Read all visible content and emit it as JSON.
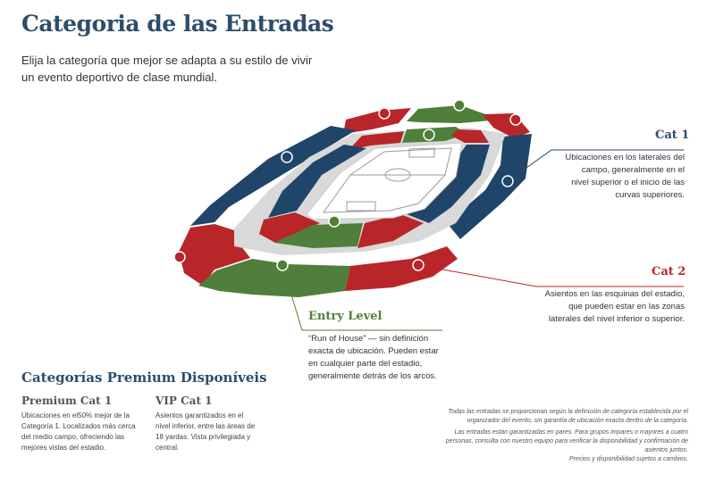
{
  "header": {
    "title": "Categoria de las Entradas",
    "subtitle": "Elija la categoría que mejor se adapta a su estilo de vivir un evento deportivo de clase mundial."
  },
  "colors": {
    "navy": "#1f456a",
    "red": "#b8262a",
    "green": "#4f7f3a",
    "cat1_title": "#2e4d6b",
    "cat2_title": "#b8262a",
    "entry_title": "#4f7f3a"
  },
  "categories": {
    "cat1": {
      "title": "Cat 1",
      "description": "Ubicaciones en los laterales del campo, generalmente en el nivel superior o el inicio de las curvas superiores."
    },
    "cat2": {
      "title": "Cat 2",
      "description": "Asientos en las esquinas del estadio, que pueden estar en las zonas laterales del nivel inferior o superior."
    },
    "entry": {
      "title": "Entry Level",
      "description": "“Run of House” — sin definición exacta de ubicación. Pueden estar en cualquier parte del estadio, generalmente detrás de los arcos."
    }
  },
  "premium": {
    "heading": "Categorías Premium Disponíveis",
    "items": [
      {
        "title": "Premium Cat 1",
        "description": "Ubicaciones en el50% mejor de la Categoría 1. Localizados más cerca del medio campo, ofreciendo las mejores vistas del estadio."
      },
      {
        "title": "VIP Cat 1",
        "description": "Asientos garantizados en el nivel inferior, entre las áreas de 18 yardas. Vista privilegiada y central."
      }
    ]
  },
  "footnotes": [
    "Todas las entradas se proporcionan según la definición de categoría establecida por el organizador del evento, sin garantía de ubicación exacta dentro de la categoría.",
    "Las entradas están garantizadas en pares. Para grupos impares o mayores a cuatro personas, consulta con nuestro equipo para verificar la disponibilidad y confirmación de asientos juntos.",
    "Precios y disponibilidad sujetos a cambios."
  ]
}
